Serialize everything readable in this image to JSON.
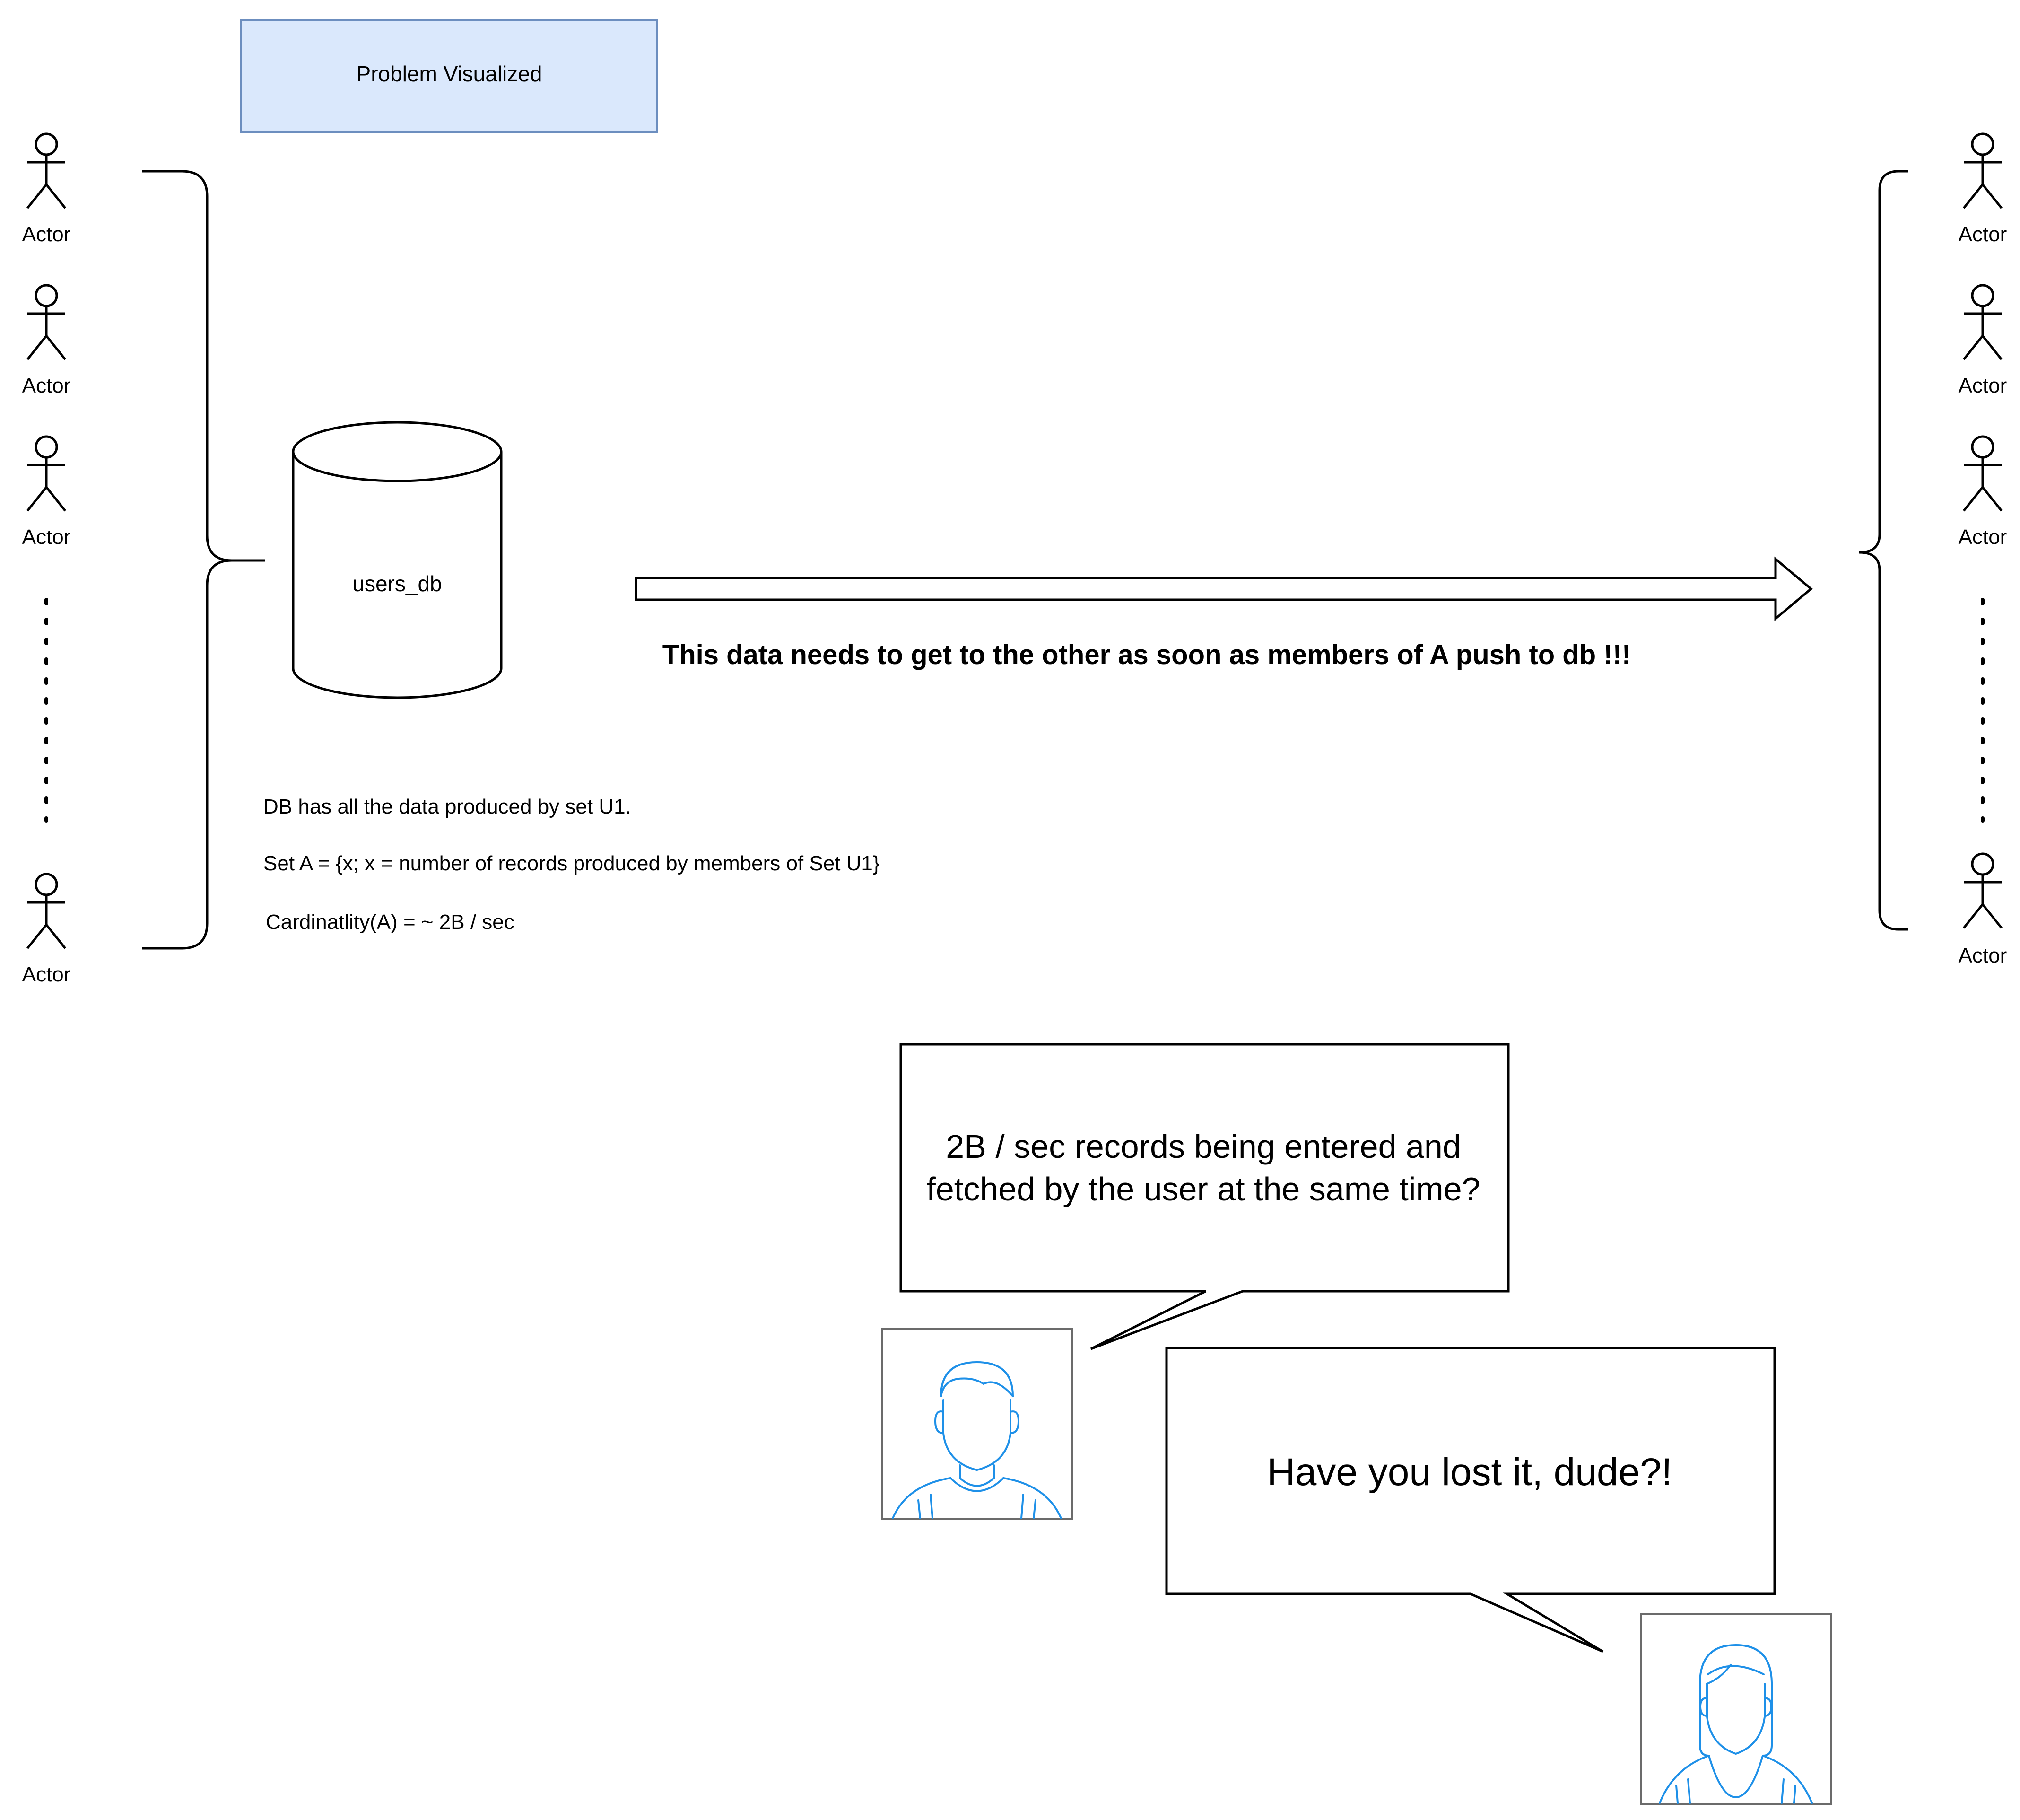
{
  "title": "Problem Visualized",
  "colors": {
    "title_fill": "#dae8fc",
    "title_stroke": "#6c8ebf",
    "avatar_line": "#1e90e8",
    "avatar_frame": "#6b6b6b",
    "ink": "#000000"
  },
  "left_group": {
    "actors": [
      "Actor",
      "Actor",
      "Actor",
      "Actor"
    ],
    "ellipsis_icon": "vertical-dots-icon"
  },
  "right_group": {
    "actors": [
      "Actor",
      "Actor",
      "Actor",
      "Actor"
    ],
    "ellipsis_icon": "vertical-dots-icon"
  },
  "database": {
    "label": "users_db",
    "icon": "cylinder-database-icon"
  },
  "flow": {
    "icon": "block-arrow-right-icon",
    "caption": "This data needs to get to the other as soon as members of A push to db !!!"
  },
  "notes": [
    "DB has all the data produced by set U1.",
    "Set A = {x; x = number of records produced by members of Set U1}",
    "Cardinatlity(A) = ~ 2B / sec"
  ],
  "conversation": {
    "bubble_1": {
      "lines": [
        "2B / sec records being entered and",
        "fetched by the user at the same time?"
      ]
    },
    "bubble_2": {
      "lines": [
        "Have you lost it, dude?!"
      ]
    },
    "avatar_1": "male-avatar-icon",
    "avatar_2": "female-avatar-icon"
  }
}
